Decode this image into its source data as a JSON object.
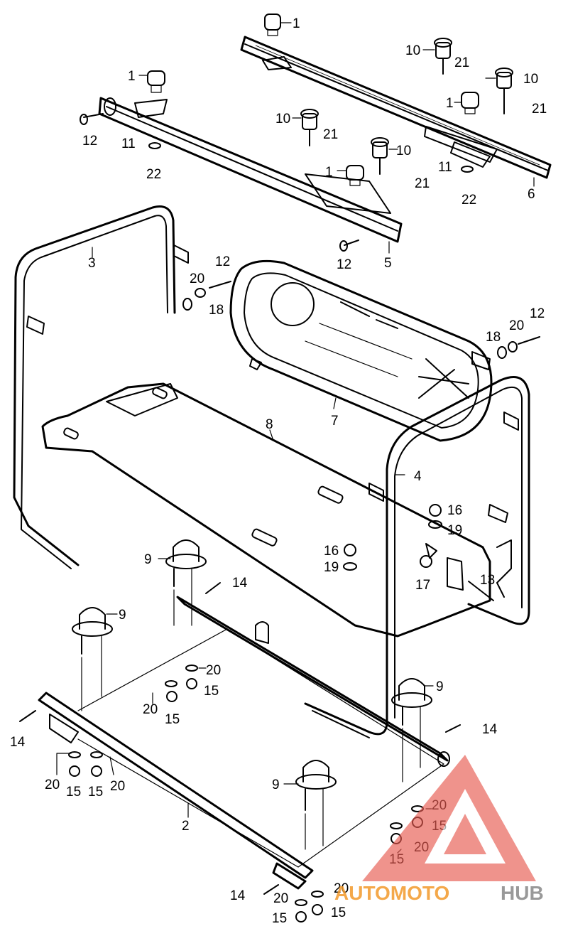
{
  "diagram": {
    "labels": [
      "1",
      "1",
      "1",
      "1",
      "10",
      "10",
      "10",
      "10",
      "21",
      "21",
      "21",
      "21",
      "12",
      "11",
      "22",
      "11",
      "22",
      "6",
      "5",
      "12",
      "3",
      "12",
      "20",
      "18",
      "18",
      "20",
      "12",
      "7",
      "8",
      "4",
      "16",
      "19",
      "16",
      "19",
      "17",
      "13",
      "9",
      "14",
      "9",
      "20",
      "15",
      "20",
      "15",
      "9",
      "14",
      "14",
      "20",
      "15",
      "15",
      "20",
      "2",
      "9",
      "20",
      "15",
      "20",
      "15",
      "14",
      "20",
      "20",
      "15",
      "15"
    ]
  },
  "watermark": {
    "part_a": "AUTOMOTO",
    "part_b": "HUB",
    "color_a": "#f39a2b",
    "color_b": "#8f8f8f",
    "triangle_color": "#e85a50"
  }
}
